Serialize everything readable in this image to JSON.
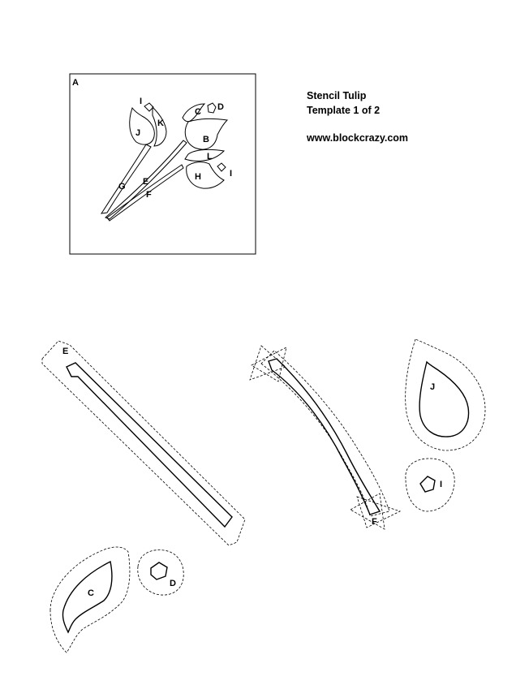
{
  "title": {
    "line1": "Stencil Tulip",
    "line2": "Template 1 of 2",
    "url": "www.blockcrazy.com"
  },
  "preview": {
    "box_label": "A",
    "labels": {
      "I_top": "I",
      "J": "J",
      "K": "K",
      "C": "C",
      "D": "D",
      "B": "B",
      "L": "L",
      "I_right": "I",
      "H": "H",
      "G": "G",
      "E": "E",
      "F": "F"
    }
  },
  "pieces": {
    "E": "E",
    "F": "F",
    "J": "J",
    "I": "I",
    "C": "C",
    "D": "D"
  }
}
